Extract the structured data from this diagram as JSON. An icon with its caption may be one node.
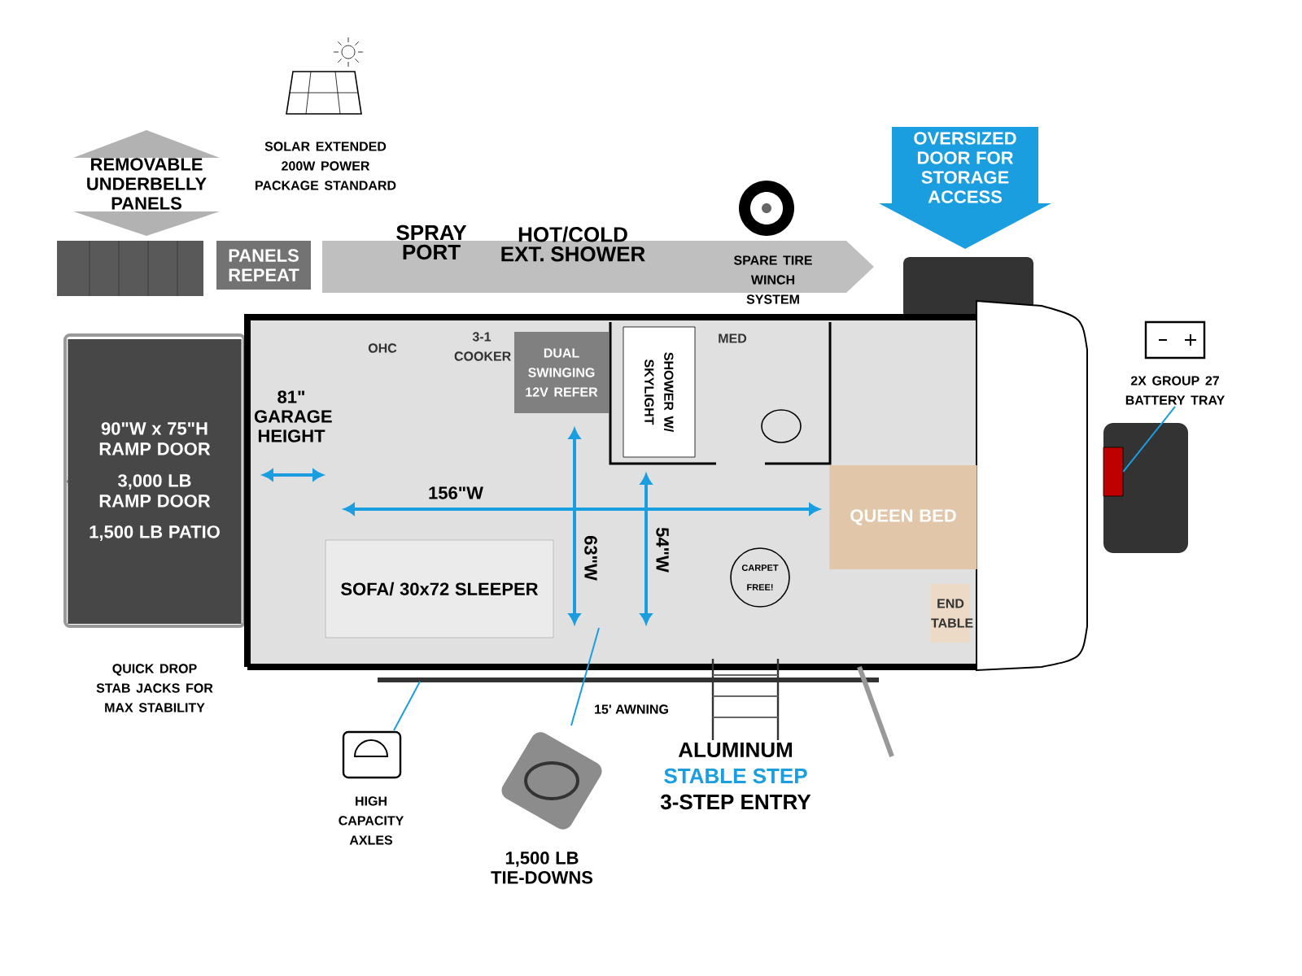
{
  "diagram": {
    "nodes": [
      {
        "text": [
          "PANELS REPEAT"
        ]
      },
      {
        "text": [
          "OVERSIZED DOOR FOR STORAGE ACCESS"
        ]
      },
      {
        "text": [
          "90\"W x 75\"H RAMP DOOR",
          "3,000 LB RAMP DOOR",
          "1,500 LB PATIO"
        ]
      },
      {
        "text": [
          "DUAL SWINGING 12V REFER"
        ]
      },
      {
        "text": [
          "SHOWER W/ SKYLIGHT"
        ]
      },
      {
        "text": [
          "SOFA/ 30x72 SLEEPER"
        ]
      },
      {
        "text": [
          "QUEEN BED"
        ]
      },
      {
        "text": [
          "END TABLE"
        ]
      },
      {
        "text": [
          "2X GROUP 27 BATTERY TRAY"
        ]
      },
      {
        "text": [],
        "shape": "box"
      },
      {
        "text": [
          "HIGH CAPACITY AXLES"
        ]
      },
      {
        "text": [
          "1,500 LB TIE-DOWNS"
        ]
      }
    ],
    "edges": [
      {
        "from": 8,
        "to": 9,
        "arrow": "none"
      },
      {
        "from": 10,
        "to": null,
        "arrow": "none"
      },
      {
        "from": 11,
        "to": null,
        "arrow": "none"
      }
    ],
    "labels": [
      "REMOVABLE UNDERBELLY PANELS",
      "SOLAR EXTENDED 200W POWER PACKAGE STANDARD",
      "SPRAY PORT",
      "HOT/COLD EXT. SHOWER",
      "SPARE TIRE WINCH SYSTEM",
      "OHC",
      "3-1 COOKER",
      "MED",
      "81\" GARAGE HEIGHT",
      "156\"W",
      "63\"W",
      "54\"W",
      "CARPET FREE!",
      "QUICK DROP STAB JACKS FOR MAX STABILITY",
      "15' AWNING",
      "ALUMINUM",
      "STABLE STEP",
      "3-STEP ENTRY"
    ]
  }
}
